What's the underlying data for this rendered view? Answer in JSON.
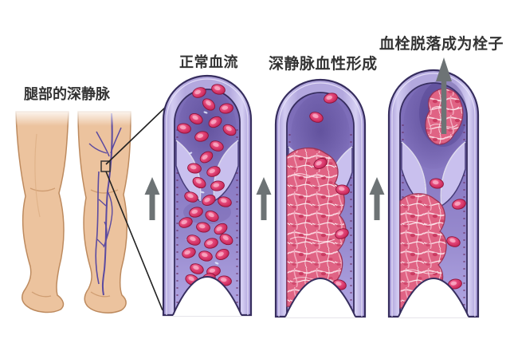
{
  "leg_section": {
    "label": "腿部的深静脉"
  },
  "panels": [
    {
      "name": "normal-blood-flow",
      "label": "正常血流"
    },
    {
      "name": "dvt-formation",
      "label": "深静脉血性形成"
    },
    {
      "name": "embolus-detachment",
      "label": "血栓脱落成为栓子"
    }
  ],
  "colors": {
    "background": "#ffffff",
    "text": "#333333",
    "vein_wall": "#b3a8de",
    "vein_outline": "#362d5e",
    "vein_lumen": "#8a7cc5",
    "valve": "#c9c0ee",
    "red_blood_cell": "#d2295e",
    "thrombus_mesh": "#e06384",
    "flow_arrow": "#6d7375",
    "skin": "#ecc39e",
    "leg_vein": "#5b4aa0",
    "callout_line": "#222222"
  }
}
